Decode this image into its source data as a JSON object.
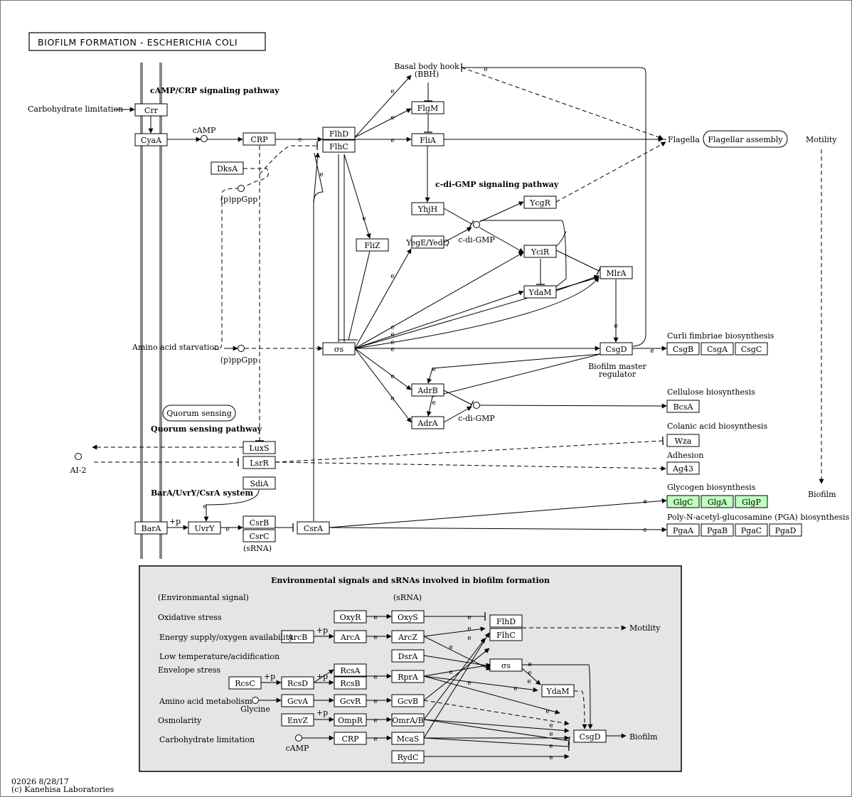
{
  "title": "BIOFILM FORMATION - ESCHERICHIA COLI",
  "footer": {
    "code": "02026 8/28/17",
    "copyright": "(c) Kanehisa Laboratories"
  },
  "colors": {
    "line": "#000000",
    "membrane": "#888888",
    "highlight": "#bfffbf",
    "inset_bg": "#e5e5e5"
  },
  "section_labels": {
    "camp_crp": "cAMP/CRP signaling pathway",
    "cdigmp": "c-di-GMP signaling pathway",
    "quorum": "Quorum sensing pathway",
    "baruvr": "BarA/UvrY/CsrA system"
  },
  "map_links": {
    "quorum_sensing": "Quorum sensing",
    "flagellar_assembly": "Flagellar assembly"
  },
  "text": {
    "carb_limit": "Carbohydrate limitation",
    "amino_starv": "Amino acid starvation",
    "camp": "cAMP",
    "ppgpp": "(p)ppGpp",
    "cdigmp": "c-di-GMP",
    "ai2": "AI-2",
    "srna": "(sRNA)",
    "bbh1": "Basal body hook",
    "bbh2": "(BBH)",
    "flagella": "Flagella",
    "motility": "Motility",
    "biofilm": "Biofilm",
    "master1": "Biofilm master",
    "master2": "regulator",
    "curli": "Curli fimbriae biosynthesis",
    "cellulose": "Cellulose biosynthesis",
    "colanic": "Colanic acid biosynthesis",
    "adhesion": "Adhesion",
    "glycogen": "Glycogen biosynthesis",
    "pga": "Poly-N-acetyl-glucosamine (PGA) biosynthesis",
    "p": "+p",
    "e": "e"
  },
  "genes": {
    "crr": "Crr",
    "cyaa": "CyaA",
    "crp": "CRP",
    "dksa": "DksA",
    "flhd": "FlhD",
    "flhc": "FlhC",
    "flgm": "FlgM",
    "flia": "FliA",
    "fliz": "FliZ",
    "yhjh": "YhjH",
    "ycgr": "YcgR",
    "yegeyedq": "YegE/YedQ",
    "ycir": "YciR",
    "ydam": "YdaM",
    "mlra": "MlrA",
    "sigma": "σs",
    "csgd": "CsgD",
    "csgb": "CsgB",
    "csga": "CsgA",
    "csgc": "CsgC",
    "adrb": "AdrB",
    "adra": "AdrA",
    "bcsa": "BcsA",
    "wza": "Wza",
    "ag43": "Ag43",
    "luxs": "LuxS",
    "lsrr": "LsrR",
    "sdia": "SdiA",
    "bara": "BarA",
    "uvry": "UvrY",
    "csrb": "CsrB",
    "csrc": "CsrC",
    "csra": "CsrA",
    "glgc": "GlgC",
    "glga": "GlgA",
    "glgp": "GlgP",
    "pgaa": "PgaA",
    "pgab": "PgaB",
    "pgac": "PgaC",
    "pgad": "PgaD"
  },
  "inset": {
    "title": "Environmental signals and sRNAs involved in biofilm formation",
    "env_header": "(Environmantal signal)",
    "srna_header": "(sRNA)",
    "signals": {
      "oxid": "Oxidative stress",
      "energy": "Energy supply/oxygen availability",
      "lowtemp": "Low temperature/acidification",
      "envelope": "Envelope stress",
      "amino": "Amino acid metabolism",
      "osmo": "Osmolarity",
      "carb": "Carbohydrate limitation"
    },
    "glycine": "Glycine",
    "camp": "cAMP",
    "motility": "Motility",
    "biofilm": "Biofilm",
    "genes": {
      "oxyr": "OxyR",
      "oxys": "OxyS",
      "arcb": "ArcB",
      "arca": "ArcA",
      "arcz": "ArcZ",
      "dsra": "DsrA",
      "rcsc": "RcsC",
      "rcsd": "RcsD",
      "rcsa": "RcsA",
      "rcsb": "RcsB",
      "rpra": "RprA",
      "gcva": "GcvA",
      "gcvr": "GcvR",
      "gcvb": "GcvB",
      "envz": "EnvZ",
      "ompr": "OmpR",
      "omrab": "OmrA/B",
      "crp": "CRP",
      "mcas": "McaS",
      "rydc": "RydC",
      "flhd": "FlhD",
      "flhc": "FlhC",
      "sigma": "σs",
      "ydam": "YdaM",
      "csgd": "CsgD"
    }
  }
}
